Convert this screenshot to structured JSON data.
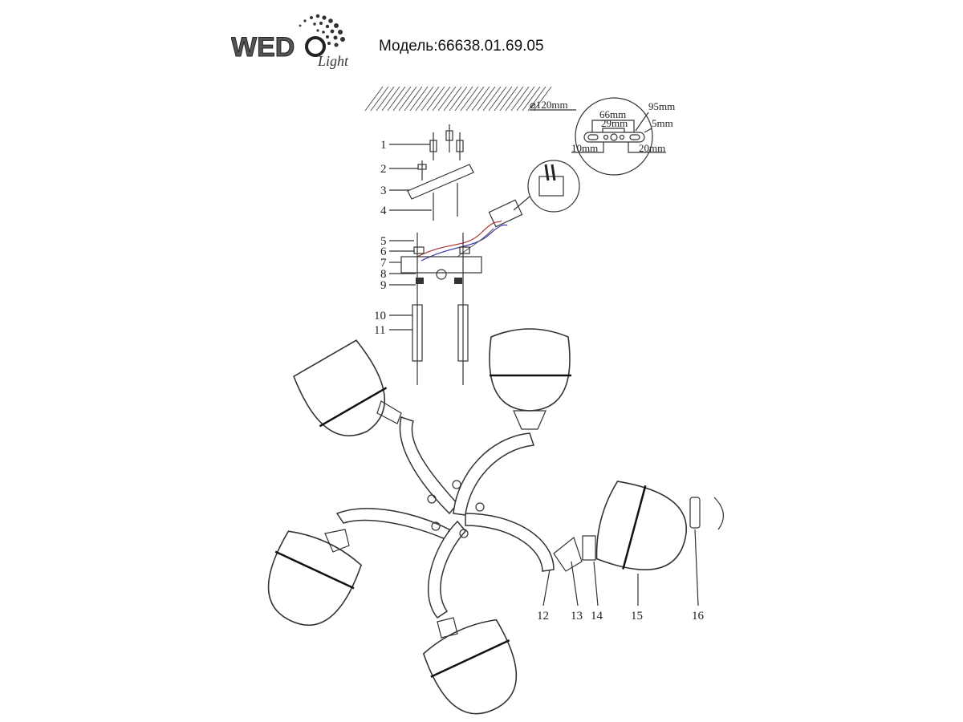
{
  "brand": {
    "logo_text": "WEDO",
    "logo_subtext": "Light"
  },
  "model_label": "Модель:66638.01.69.05",
  "dimensions": {
    "diameter": "⌀120mm",
    "d66": "66mm",
    "d29": "29mm",
    "d95": "95mm",
    "d5": "5mm",
    "d10": "10mm",
    "d20": "20mm"
  },
  "part_labels": [
    "1",
    "2",
    "3",
    "4",
    "5",
    "6",
    "7",
    "8",
    "9",
    "10",
    "11",
    "12",
    "13",
    "14",
    "15",
    "16"
  ]
}
